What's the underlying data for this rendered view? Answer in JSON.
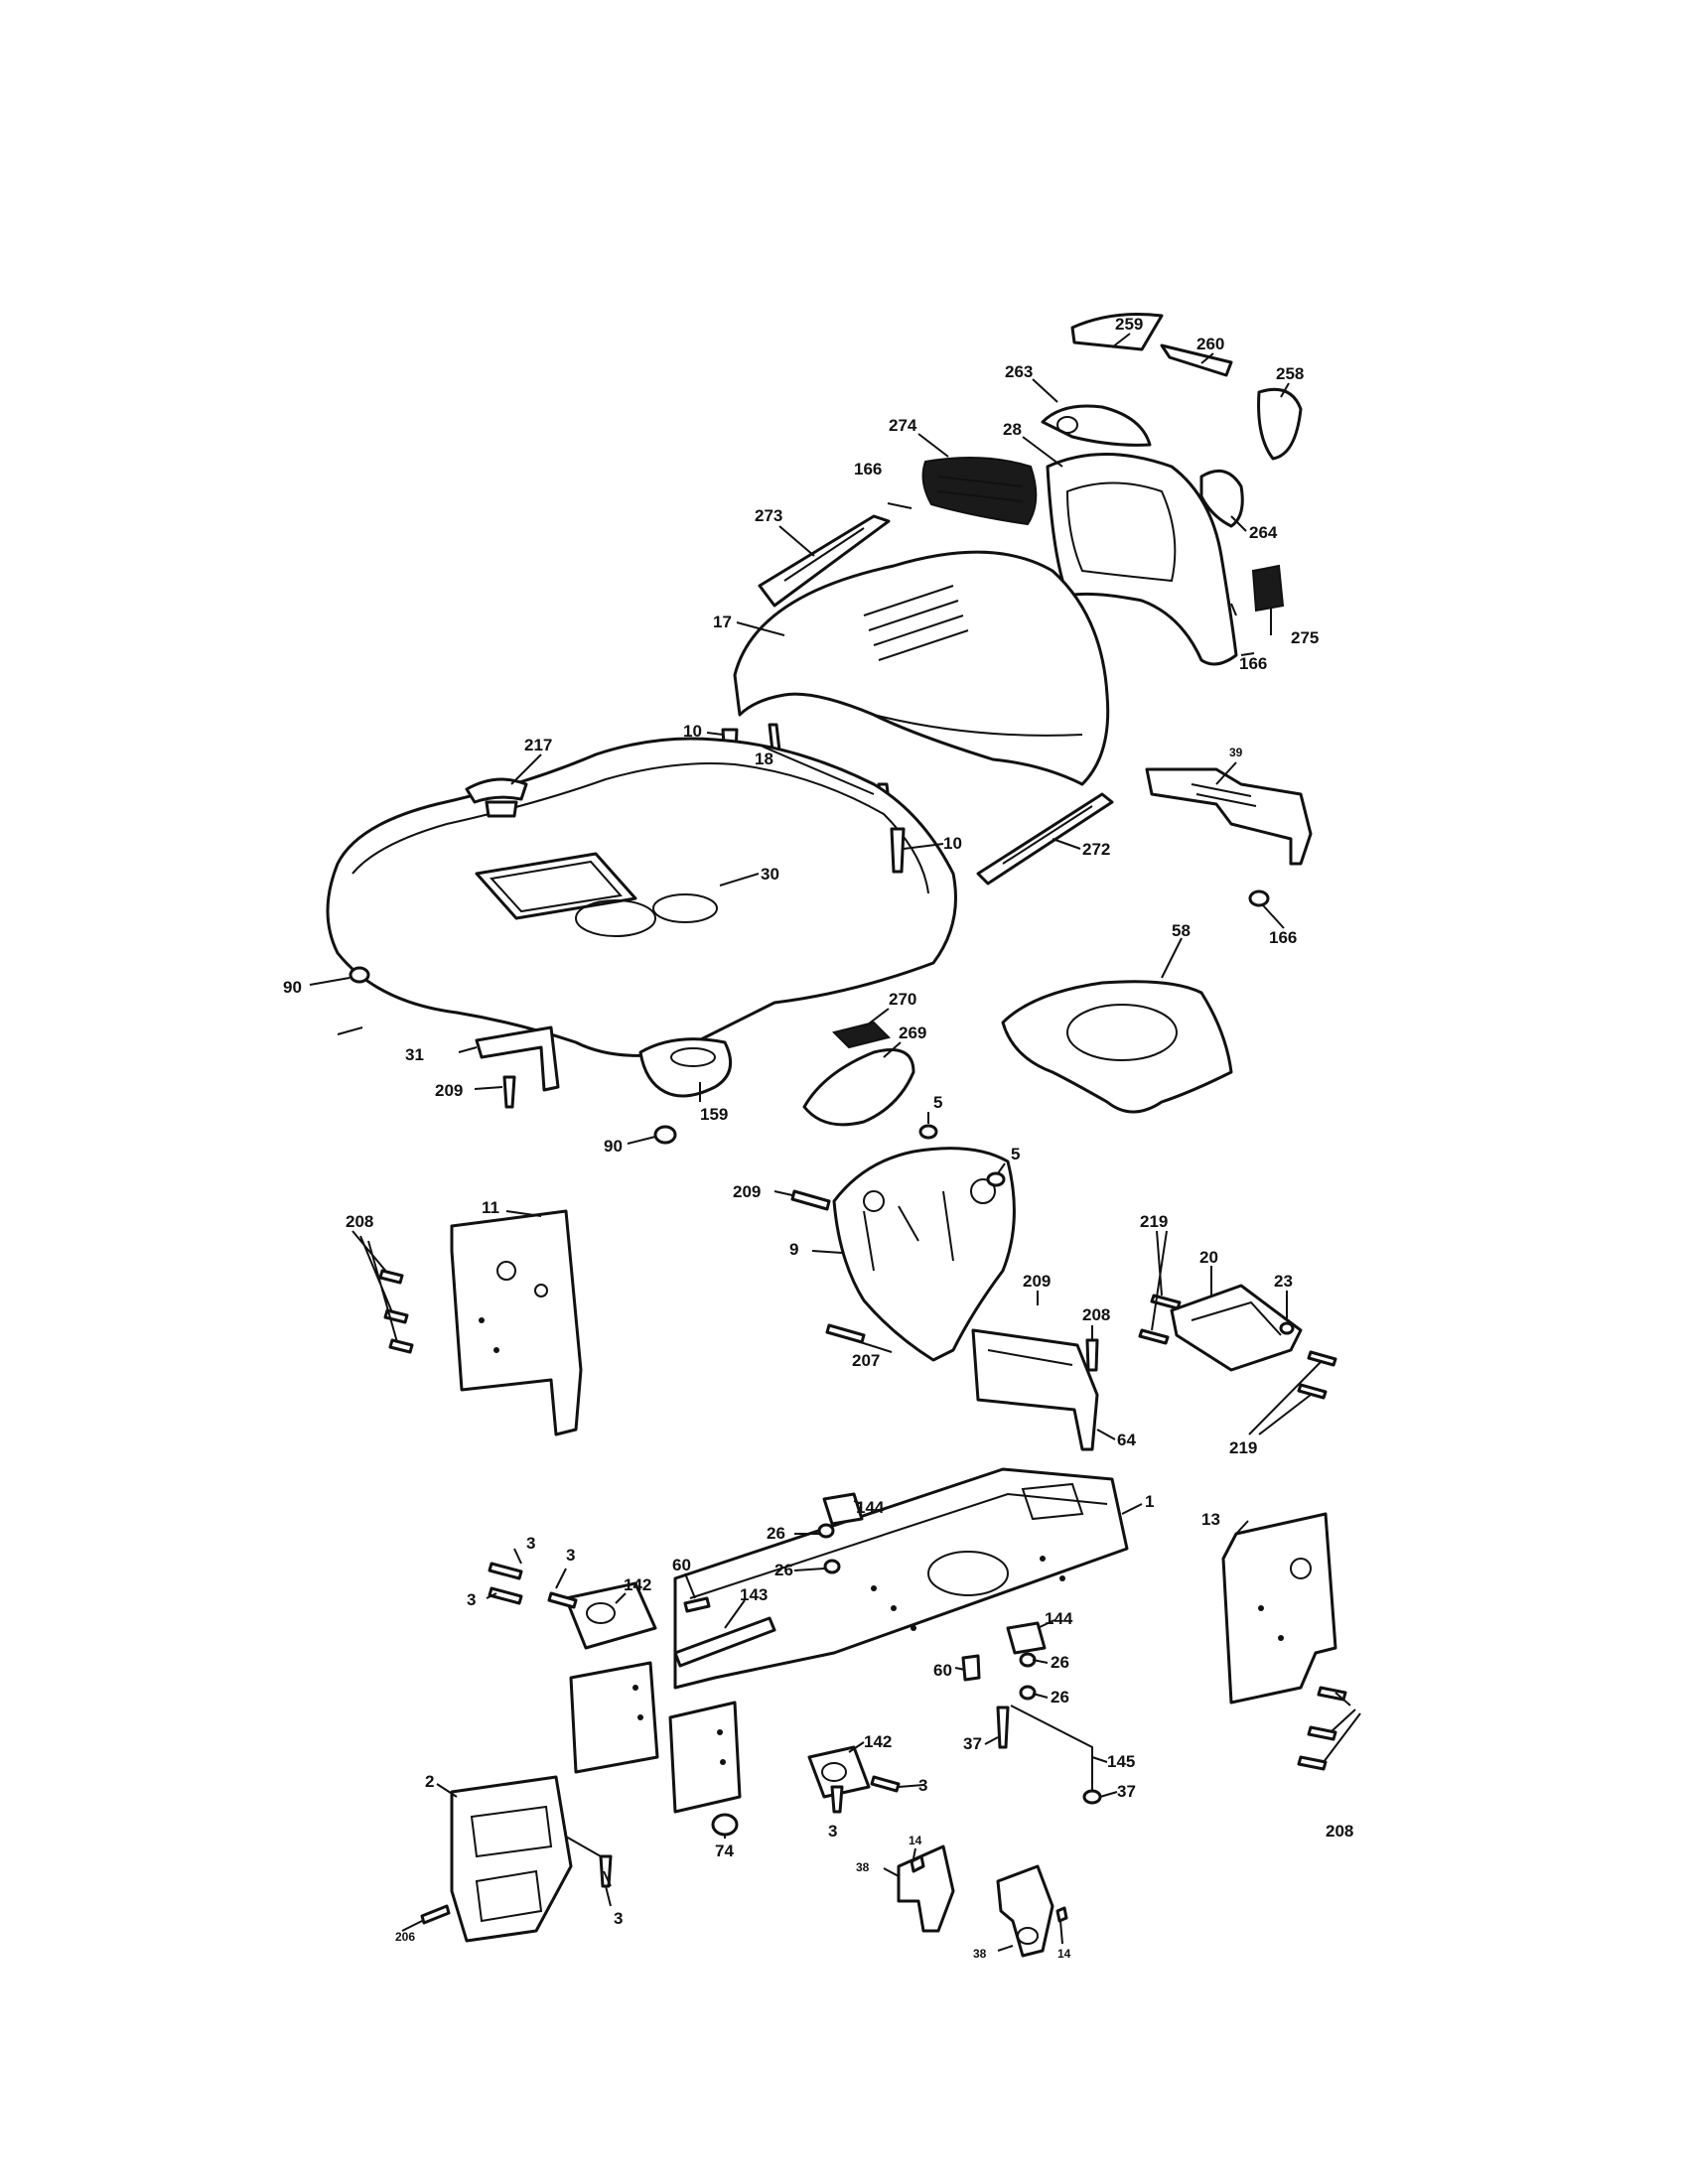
{
  "callouts": [
    {
      "id": "c259",
      "label": "259"
    },
    {
      "id": "c260",
      "label": "260"
    },
    {
      "id": "c258",
      "label": "258"
    },
    {
      "id": "c263",
      "label": "263"
    },
    {
      "id": "c274",
      "label": "274"
    },
    {
      "id": "c28",
      "label": "28"
    },
    {
      "id": "c166a",
      "label": "166"
    },
    {
      "id": "c264",
      "label": "264"
    },
    {
      "id": "c273",
      "label": "273"
    },
    {
      "id": "c275",
      "label": "275"
    },
    {
      "id": "c166b",
      "label": "166"
    },
    {
      "id": "c17",
      "label": "17"
    },
    {
      "id": "c10a",
      "label": "10"
    },
    {
      "id": "c217",
      "label": "217"
    },
    {
      "id": "c18",
      "label": "18"
    },
    {
      "id": "c39",
      "label": "39"
    },
    {
      "id": "c10b",
      "label": "10"
    },
    {
      "id": "c30",
      "label": "30"
    },
    {
      "id": "c272",
      "label": "272"
    },
    {
      "id": "c166c",
      "label": "166"
    },
    {
      "id": "c58",
      "label": "58"
    },
    {
      "id": "c90a",
      "label": "90"
    },
    {
      "id": "c270",
      "label": "270"
    },
    {
      "id": "c31",
      "label": "31"
    },
    {
      "id": "c269",
      "label": "269"
    },
    {
      "id": "c209a",
      "label": "209"
    },
    {
      "id": "c159",
      "label": "159"
    },
    {
      "id": "c90b",
      "label": "90"
    },
    {
      "id": "c5a",
      "label": "5"
    },
    {
      "id": "c5b",
      "label": "5"
    },
    {
      "id": "c209b",
      "label": "209"
    },
    {
      "id": "c208a",
      "label": "208"
    },
    {
      "id": "c11",
      "label": "11"
    },
    {
      "id": "c9",
      "label": "9"
    },
    {
      "id": "c219a",
      "label": "219"
    },
    {
      "id": "c20",
      "label": "20"
    },
    {
      "id": "c23",
      "label": "23"
    },
    {
      "id": "c209c",
      "label": "209"
    },
    {
      "id": "c208b",
      "label": "208"
    },
    {
      "id": "c207",
      "label": "207"
    },
    {
      "id": "c64",
      "label": "64"
    },
    {
      "id": "c219b",
      "label": "219"
    },
    {
      "id": "c144a",
      "label": "144"
    },
    {
      "id": "c1",
      "label": "1"
    },
    {
      "id": "c13",
      "label": "13"
    },
    {
      "id": "c26a",
      "label": "26"
    },
    {
      "id": "c3a",
      "label": "3"
    },
    {
      "id": "c3b",
      "label": "3"
    },
    {
      "id": "c26b",
      "label": "26"
    },
    {
      "id": "c60a",
      "label": "60"
    },
    {
      "id": "c3c",
      "label": "3"
    },
    {
      "id": "c142a",
      "label": "142"
    },
    {
      "id": "c143",
      "label": "143"
    },
    {
      "id": "c144b",
      "label": "144"
    },
    {
      "id": "c26c",
      "label": "26"
    },
    {
      "id": "c60b",
      "label": "60"
    },
    {
      "id": "c26d",
      "label": "26"
    },
    {
      "id": "c142b",
      "label": "142"
    },
    {
      "id": "c145",
      "label": "145"
    },
    {
      "id": "c37a",
      "label": "37"
    },
    {
      "id": "c3d",
      "label": "3"
    },
    {
      "id": "c37b",
      "label": "37"
    },
    {
      "id": "c2",
      "label": "2"
    },
    {
      "id": "c3e",
      "label": "3"
    },
    {
      "id": "c74",
      "label": "74"
    },
    {
      "id": "c14a",
      "label": "14"
    },
    {
      "id": "c208c",
      "label": "208"
    },
    {
      "id": "c38a",
      "label": "38"
    },
    {
      "id": "c206",
      "label": "206"
    },
    {
      "id": "c3f",
      "label": "3"
    },
    {
      "id": "c38b",
      "label": "38"
    },
    {
      "id": "c14b",
      "label": "14"
    }
  ]
}
